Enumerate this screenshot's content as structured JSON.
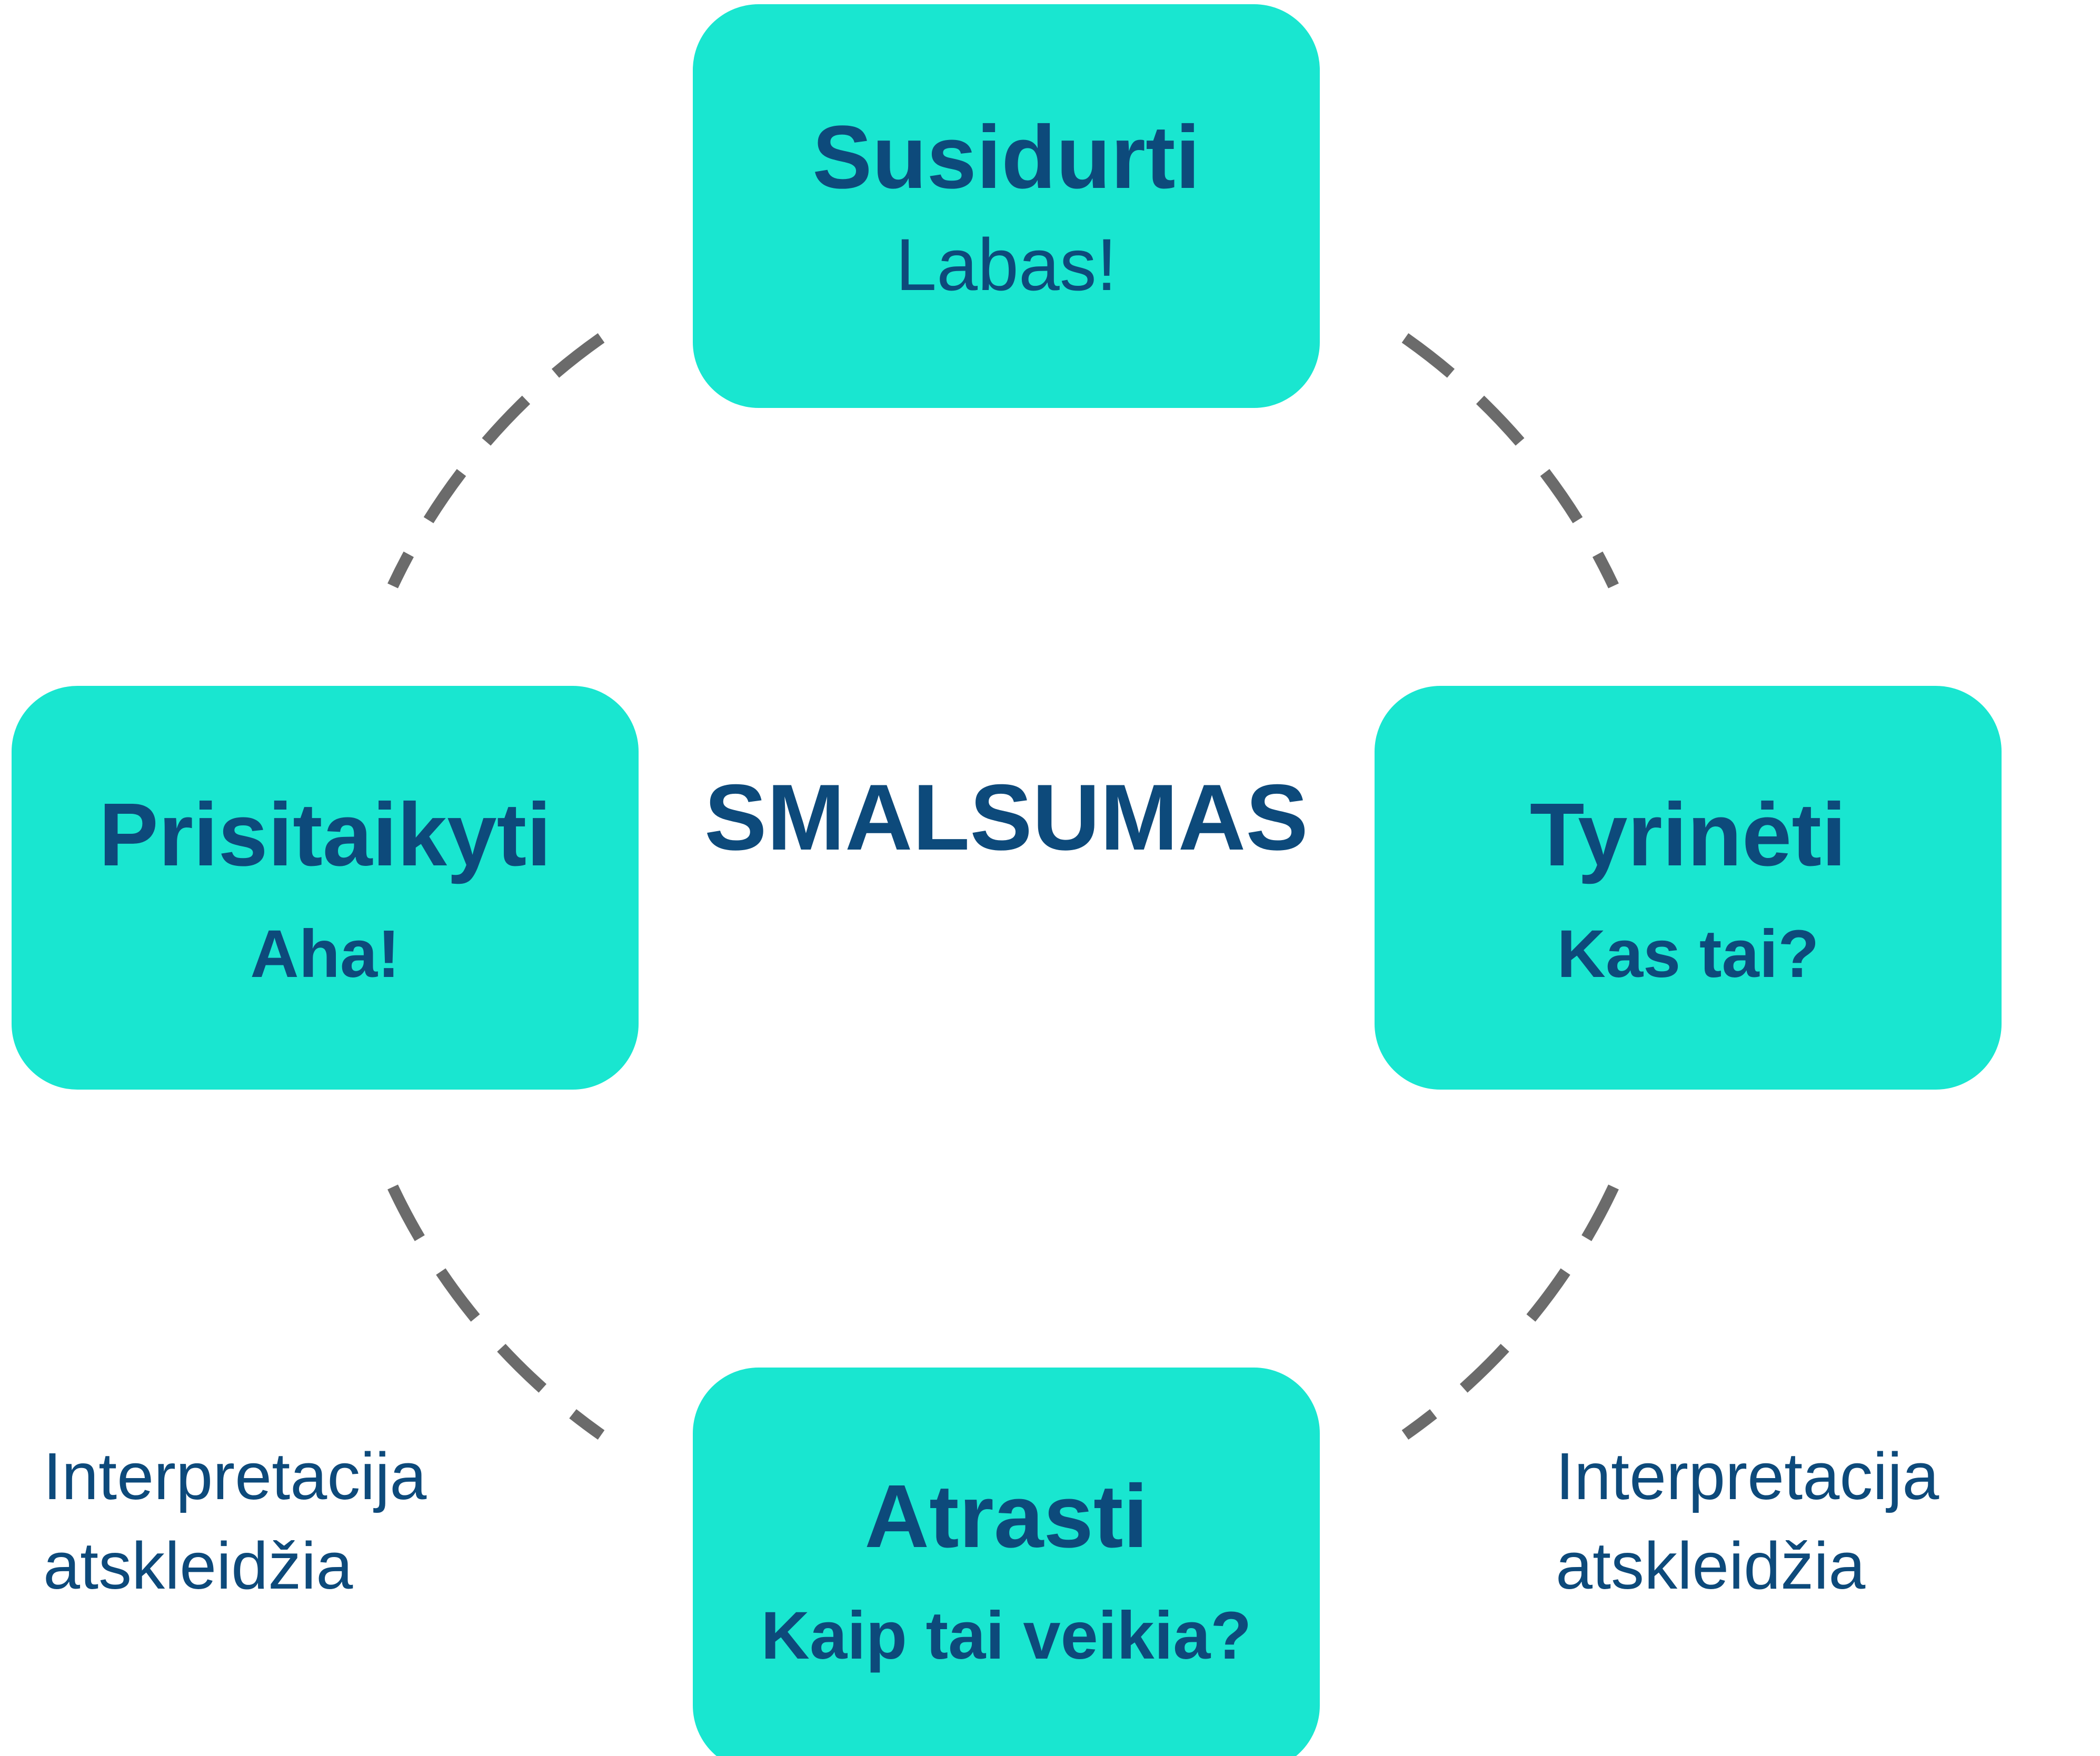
{
  "center": {
    "label": "SMALSUMAS"
  },
  "stages": {
    "top": {
      "title": "Susidurti",
      "subtitle": "Labas!"
    },
    "right": {
      "title": "Tyrinėti",
      "subtitle": "Kas tai?"
    },
    "bottom": {
      "title": "Atrasti",
      "subtitle": "Kaip tai veikia?"
    },
    "left": {
      "title": "Prisitaikyti",
      "subtitle": "Aha!"
    }
  },
  "notes": {
    "left": {
      "line1": "Interpretacija",
      "line2": "atskleidžia"
    },
    "right": {
      "line1": "Interpretacija",
      "line2": "atskleidžia"
    }
  },
  "colors": {
    "box_fill": "#19e6d0",
    "text": "#0d4a7b",
    "connector": "#6b6b6b"
  }
}
